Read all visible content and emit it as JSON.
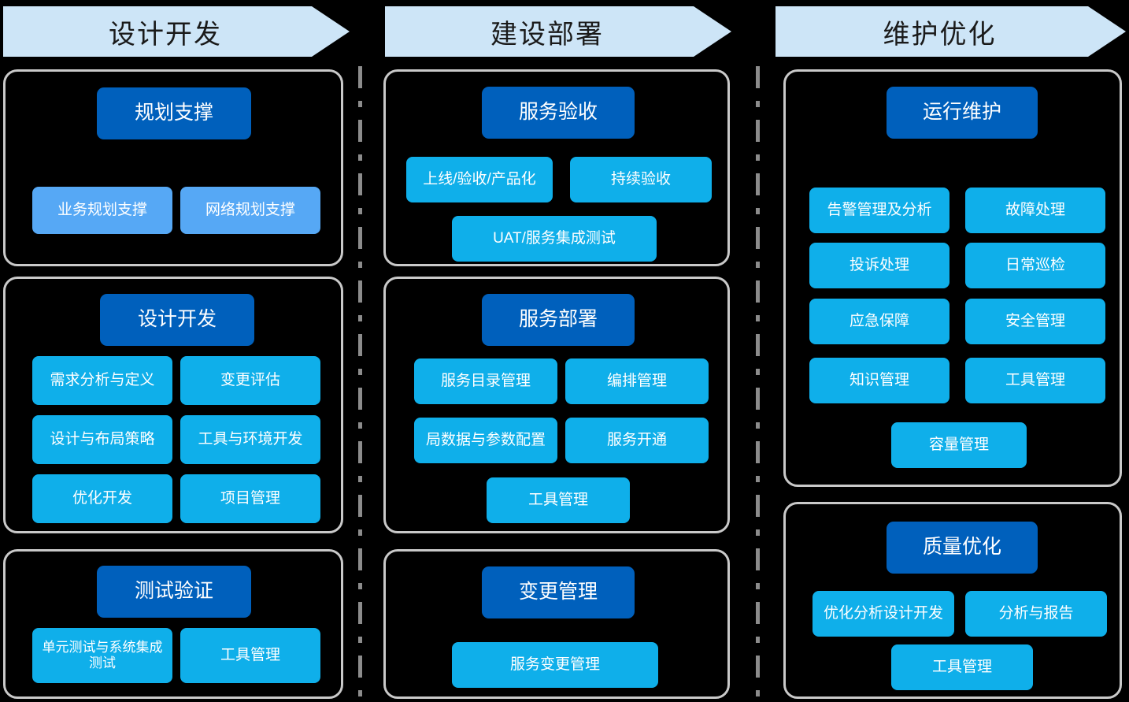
{
  "theme": {
    "background": "#000000",
    "banner_fill": "#cde5f7",
    "banner_text": "#1a1a1a",
    "card_border": "#c9c9c9",
    "head_block": "#0060bc",
    "sub_block": "#0fafea",
    "sub_block_light": "#56a8f5",
    "divider": "#8c8c8c",
    "block_text": "#ffffff"
  },
  "phases": [
    {
      "id": "design-development",
      "banner": "设计开发",
      "groups": [
        {
          "id": "planning-support",
          "title": "规划支撑",
          "items": [
            "业务规划支撑",
            "网络规划支撑"
          ]
        },
        {
          "id": "design-development-group",
          "title": "设计开发",
          "items": [
            "需求分析与定义",
            "变更评估",
            "设计与布局策略",
            "工具与环境开发",
            "优化开发",
            "项目管理"
          ]
        },
        {
          "id": "test-verification",
          "title": "测试验证",
          "items": [
            "单元测试与系统集成测试",
            "工具管理"
          ]
        }
      ]
    },
    {
      "id": "build-deployment",
      "banner": "建设部署",
      "groups": [
        {
          "id": "service-acceptance",
          "title": "服务验收",
          "items": [
            "上线/验收/产品化",
            "持续验收",
            "UAT/服务集成测试"
          ]
        },
        {
          "id": "service-deployment",
          "title": "服务部署",
          "items": [
            "服务目录管理",
            "编排管理",
            "局数据与参数配置",
            "服务开通",
            "工具管理"
          ]
        },
        {
          "id": "change-management",
          "title": "变更管理",
          "items": [
            "服务变更管理"
          ]
        }
      ]
    },
    {
      "id": "maintenance-optimization",
      "banner": "维护优化",
      "groups": [
        {
          "id": "operation-maintenance",
          "title": "运行维护",
          "items": [
            "告警管理及分析",
            "故障处理",
            "投诉处理",
            "日常巡检",
            "应急保障",
            "安全管理",
            "知识管理",
            "工具管理",
            "容量管理"
          ]
        },
        {
          "id": "quality-optimization",
          "title": "质量优化",
          "items": [
            "优化分析设计开发",
            "分析与报告",
            "工具管理"
          ]
        }
      ]
    }
  ]
}
